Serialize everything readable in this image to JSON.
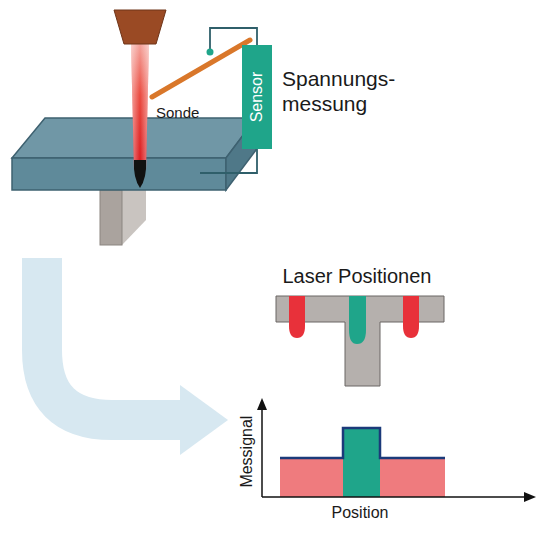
{
  "diagram": {
    "nodes": [
      {
        "text": [
          "Sensor"
        ]
      }
    ],
    "edges": [],
    "labels": [
      "Sonde",
      "Spannungs- messung",
      "Laser Positionen",
      "Messignal",
      "Position"
    ]
  }
}
